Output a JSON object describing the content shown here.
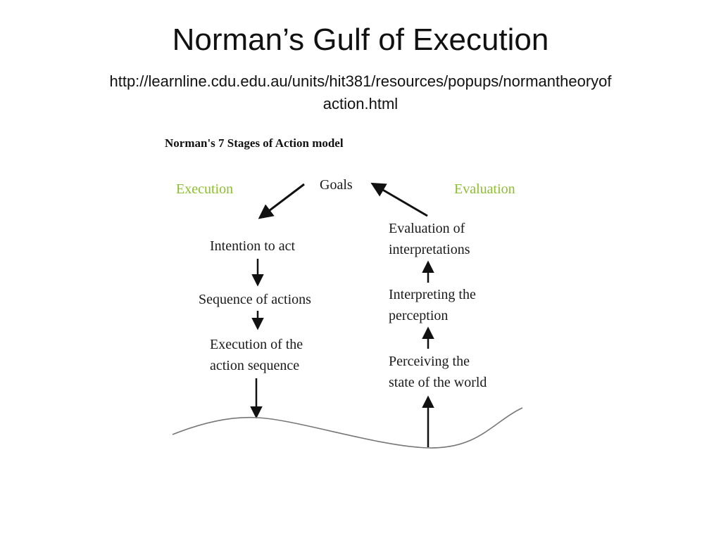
{
  "slide": {
    "title": "Norman’s Gulf of Execution",
    "url_line1": "http://learnline.cdu.edu.au/units/hit381/resources/popups/normantheoryof",
    "url_line2": "action.html"
  },
  "figure": {
    "title": "Norman's 7 Stages of Action model",
    "execution_label": "Execution",
    "evaluation_label": "Evaluation",
    "goals": "Goals",
    "execution_stages": {
      "intention": "Intention to act",
      "sequence": "Sequence of actions",
      "execution_line1": "Execution of the",
      "execution_line2": "action sequence"
    },
    "evaluation_stages": {
      "evaluation_line1": "Evaluation of",
      "evaluation_line2": "interpretations",
      "interpreting_line1": "Interpreting the",
      "interpreting_line2": "perception",
      "perceiving_line1": "Perceiving the",
      "perceiving_line2": "state of the world"
    },
    "colors": {
      "label_green": "#8cbf2e",
      "ink": "#111111"
    }
  }
}
